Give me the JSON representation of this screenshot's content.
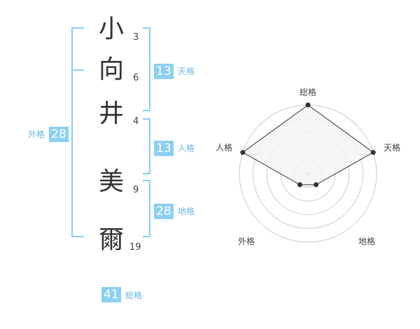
{
  "name": {
    "chars": [
      {
        "char": "小",
        "strokes": "3"
      },
      {
        "char": "向",
        "strokes": "6"
      },
      {
        "char": "井",
        "strokes": "4"
      },
      {
        "char": "美",
        "strokes": "9"
      },
      {
        "char": "爾",
        "strokes": "19"
      }
    ]
  },
  "fortune": {
    "tenkaku": {
      "value": "13",
      "label": "天格"
    },
    "jinkaku": {
      "value": "13",
      "label": "人格"
    },
    "chikaku": {
      "value": "28",
      "label": "地格"
    },
    "gaikaku": {
      "value": "28",
      "label": "外格"
    },
    "soukaku": {
      "value": "41",
      "label": "総格"
    }
  },
  "radar": {
    "labels": {
      "top": "総格",
      "right": "天格",
      "left": "人格",
      "bottom_left": "外格",
      "bottom_right": "地格"
    },
    "rings": 5,
    "levels": {
      "soukaku": 5,
      "tenkaku": 5,
      "jinkaku": 5,
      "chikaku": 1,
      "gaikaku": 1
    },
    "colors": {
      "line": "#333333",
      "fill": "#f2f2f2",
      "ring": "#cccccc",
      "center": "#cccccc"
    }
  },
  "colors": {
    "bracket": "#8ccff3",
    "badge": "#8ccff3"
  }
}
